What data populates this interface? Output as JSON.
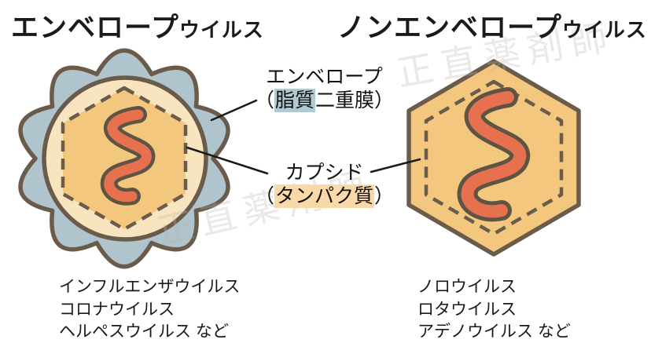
{
  "titles": {
    "left": {
      "main": "エンベロープ",
      "suffix": "ウイルス"
    },
    "right": {
      "main": "ノンエンベロープ",
      "suffix": "ウイルス"
    }
  },
  "labels": {
    "envelope": {
      "line1": "エンベロープ",
      "line2_pre": "（",
      "line2_highlight": "脂質",
      "line2_post": "二重膜）"
    },
    "capsid": {
      "line1": "カプシド",
      "line2_pre": "（",
      "line2_highlight": "タンパク質",
      "line2_post": "）"
    }
  },
  "examples": {
    "left": [
      "インフルエンザウイルス",
      "コロナウイルス",
      "ヘルペスウイルス など"
    ],
    "right": [
      "ノロウイルス",
      "ロタウイルス",
      "アデノウイルス など"
    ]
  },
  "watermark": {
    "text": "正直薬剤師"
  },
  "colors": {
    "envelope_blue": "#AFC4CD",
    "inner_cream": "#F8E4BF",
    "capsid_orange": "#F4C77E",
    "rna_red": "#E7714E",
    "outline_brown": "#6A5B4A",
    "highlight_blue": "#B0CAD4",
    "highlight_peach": "#FBD8A8",
    "text": "#1A1A1A"
  }
}
